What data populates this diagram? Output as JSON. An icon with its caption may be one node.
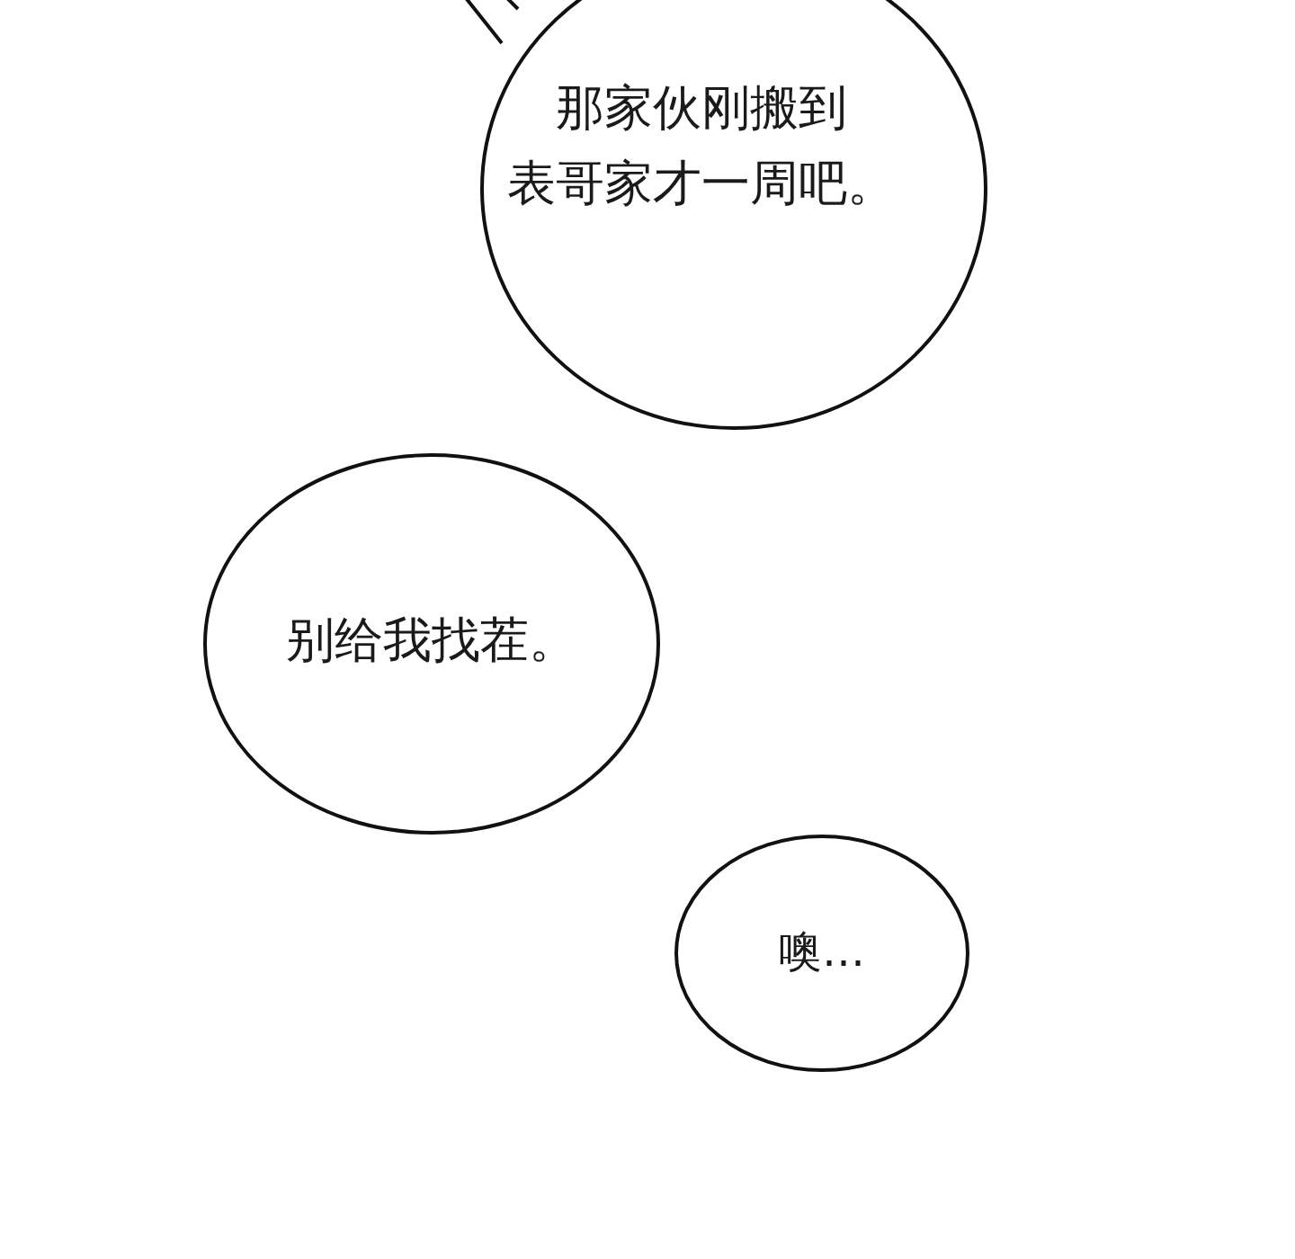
{
  "diagram": {
    "nodes": [
      {
        "text": [
          "那家伙刚搬到表哥家才一周吧。"
        ]
      },
      {
        "text": [
          "别给我找茬。"
        ]
      },
      {
        "text": [
          "噢…"
        ]
      }
    ]
  }
}
